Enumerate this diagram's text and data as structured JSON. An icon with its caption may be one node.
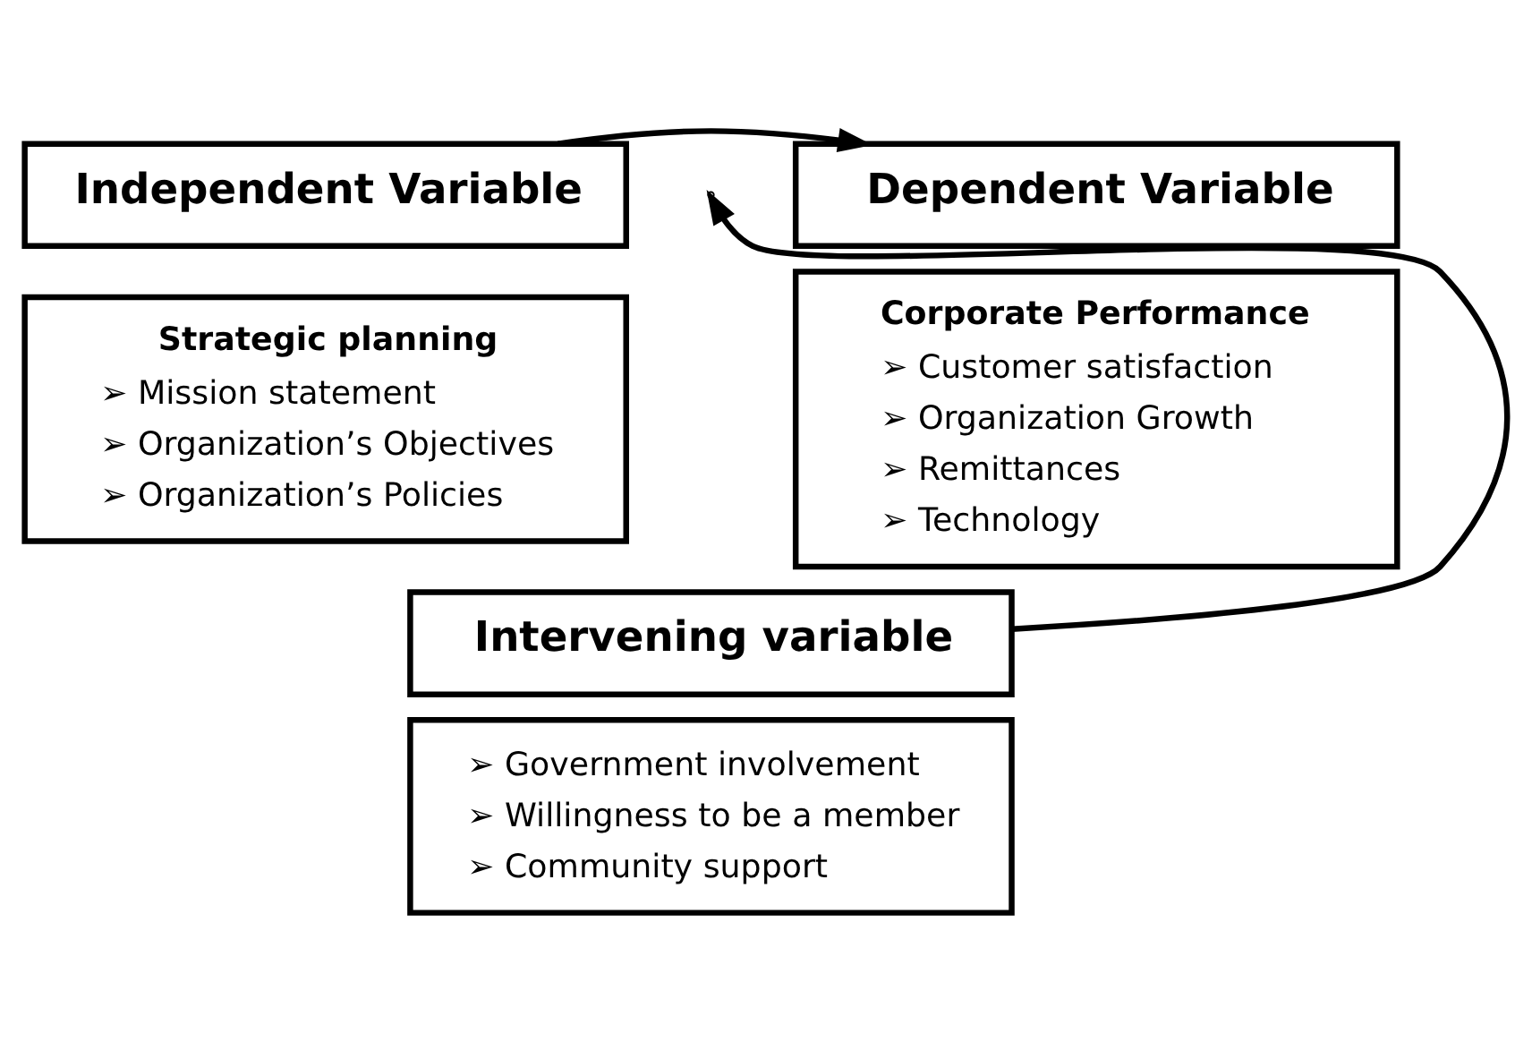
{
  "diagram": {
    "nodes": [
      {
        "text": [
          "Independent Variable"
        ]
      },
      {
        "text": [
          "Strategic planning",
          "➢ Mission statement",
          "➢ Organization’s Objectives",
          "➢ Organization’s Policies"
        ]
      },
      {
        "text": [
          "Dependent Variable"
        ]
      },
      {
        "text": [
          "Corporate Performance",
          "➢ Customer satisfaction",
          "➢ Organization Growth",
          "➢ Remittances",
          "➢ Technology"
        ]
      },
      {
        "text": [
          "Intervening variable"
        ]
      },
      {
        "text": [
          "➢ Government involvement",
          "➢ Willingness to be a member",
          "➢ Community support"
        ]
      }
    ],
    "edges": [
      {
        "from": 0,
        "to": 2,
        "arrow": "to"
      },
      {
        "from": 4,
        "to": null,
        "arrow": "to"
      }
    ]
  }
}
